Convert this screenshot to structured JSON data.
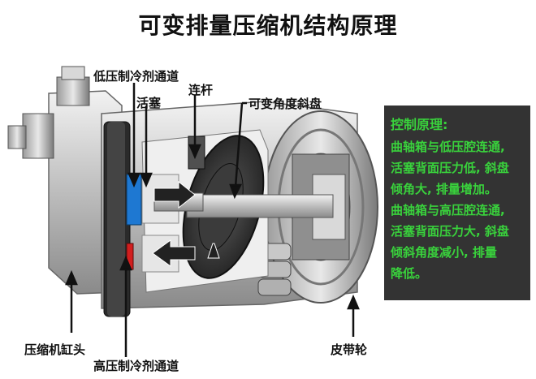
{
  "title": "可变排量压缩机结构原理",
  "labels": {
    "low_pressure_channel": "低压制冷剂通道",
    "piston": "活塞",
    "connecting_rod": "连杆",
    "swash_plate": "可变角度斜盘",
    "cylinder_head": "压缩机缸头",
    "high_pressure_channel": "高压制冷剂通道",
    "pulley": "皮带轮"
  },
  "panel": {
    "title": "控制原理:",
    "lines": [
      "曲轴箱与低压腔连通,",
      "活塞背面压力低, 斜盘",
      "倾角大, 排量增加。",
      "曲轴箱与高压腔连通,",
      "活塞背面压力大, 斜盘",
      "倾斜角度减小, 排量",
      "降低。"
    ]
  },
  "colors": {
    "panel_bg": "#333333",
    "panel_text": "#39d23c",
    "low_pressure_channel": "#1e78d2",
    "high_pressure_channel": "#d21e1e"
  }
}
